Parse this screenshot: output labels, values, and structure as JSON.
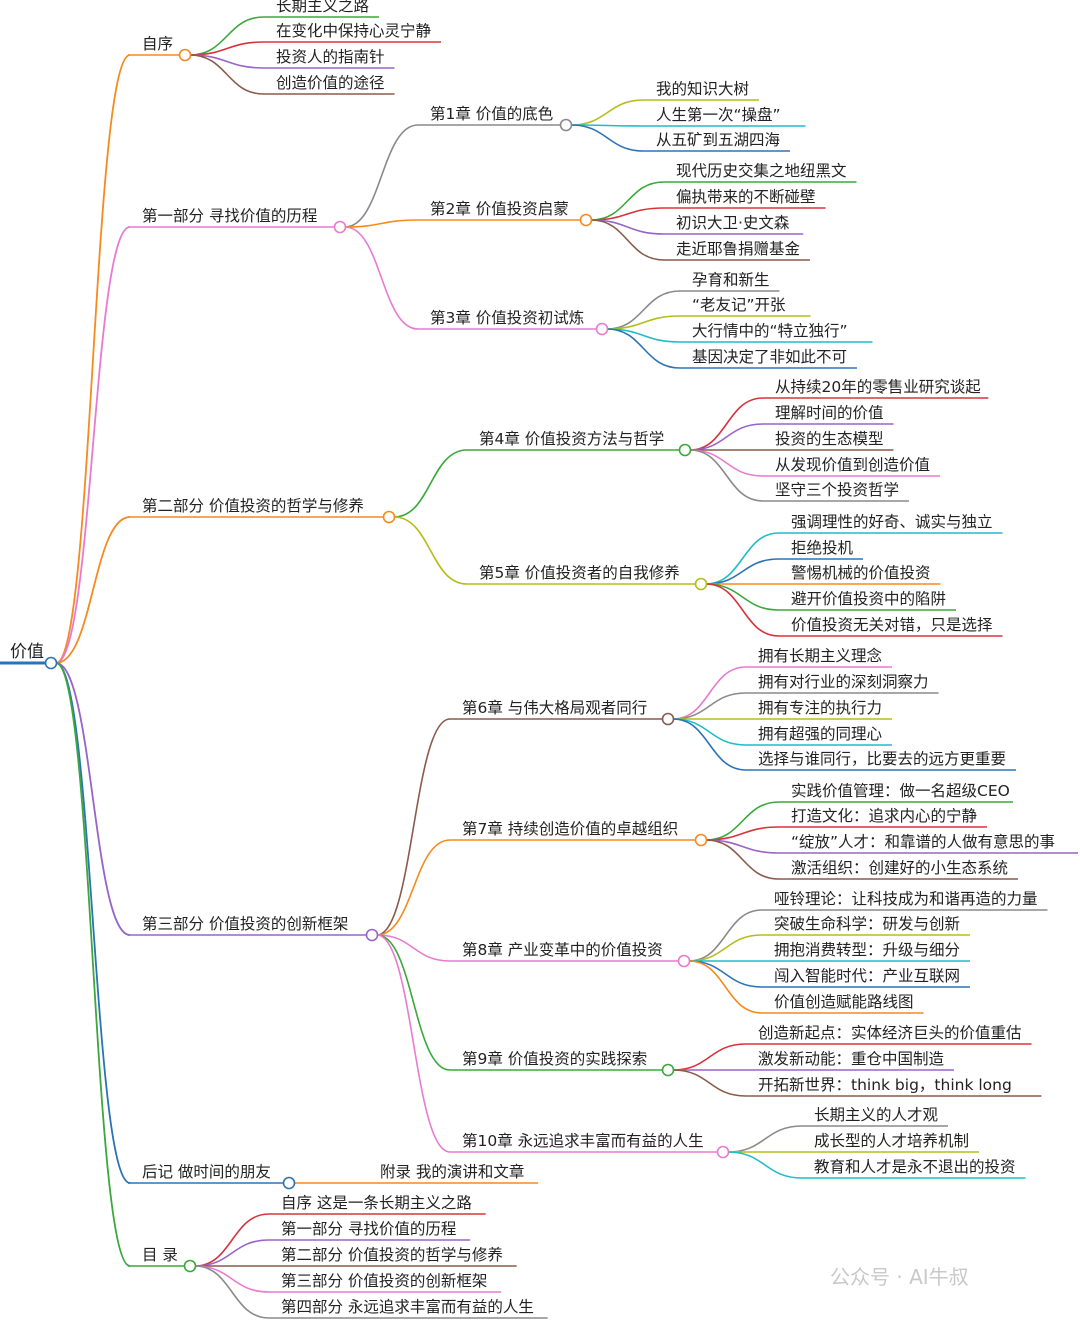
{
  "colors": {
    "orange": "#f58a1f",
    "pink": "#e87ad2",
    "purple": "#9a63c8",
    "green": "#3aa83a",
    "blue": "#2b73b8",
    "red": "#d8333a",
    "brown": "#8b5a4a",
    "gray": "#8a8a8a",
    "olive": "#b5bd18",
    "cyan": "#1fbcc9"
  },
  "watermark": "公众号 · AI牛叔",
  "root": {
    "label": "价值",
    "children": [
      {
        "label": "自序",
        "color": "orange",
        "children": [
          {
            "label": "长期主义之路",
            "color": "green"
          },
          {
            "label": "在变化中保持心灵宁静",
            "color": "red"
          },
          {
            "label": "投资人的指南针",
            "color": "purple"
          },
          {
            "label": "创造价值的途径",
            "color": "brown"
          }
        ]
      },
      {
        "label": "第一部分 寻找价值的历程",
        "color": "pink",
        "children": [
          {
            "label": "第1章 价值的底色",
            "color": "gray",
            "children": [
              {
                "label": "我的知识大树",
                "color": "olive"
              },
              {
                "label": "人生第一次“操盘”",
                "color": "cyan"
              },
              {
                "label": "从五矿到五湖四海",
                "color": "blue"
              }
            ]
          },
          {
            "label": "第2章 价值投资启蒙",
            "color": "orange",
            "children": [
              {
                "label": "现代历史交集之地纽黑文",
                "color": "green"
              },
              {
                "label": "偏执带来的不断碰壁",
                "color": "red"
              },
              {
                "label": "初识大卫·史文森",
                "color": "purple"
              },
              {
                "label": "走近耶鲁捐赠基金",
                "color": "brown"
              }
            ]
          },
          {
            "label": "第3章 价值投资初试炼",
            "color": "pink",
            "children": [
              {
                "label": "孕育和新生",
                "color": "gray"
              },
              {
                "label": "“老友记”开张",
                "color": "olive"
              },
              {
                "label": "大行情中的“特立独行”",
                "color": "cyan"
              },
              {
                "label": "基因决定了非如此不可",
                "color": "blue"
              }
            ]
          }
        ]
      },
      {
        "label": "第二部分 价值投资的哲学与修养",
        "color": "orange",
        "children": [
          {
            "label": "第4章 价值投资方法与哲学",
            "color": "green",
            "children": [
              {
                "label": "从持续20年的零售业研究谈起",
                "color": "red"
              },
              {
                "label": "理解时间的价值",
                "color": "purple"
              },
              {
                "label": "投资的生态模型",
                "color": "brown"
              },
              {
                "label": "从发现价值到创造价值",
                "color": "pink"
              },
              {
                "label": "坚守三个投资哲学",
                "color": "gray"
              }
            ]
          },
          {
            "label": "第5章 价值投资者的自我修养",
            "color": "olive",
            "children": [
              {
                "label": "强调理性的好奇、诚实与独立",
                "color": "cyan"
              },
              {
                "label": "拒绝投机",
                "color": "blue"
              },
              {
                "label": "警惕机械的价值投资",
                "color": "orange"
              },
              {
                "label": "避开价值投资中的陷阱",
                "color": "green"
              },
              {
                "label": "价值投资无关对错，只是选择",
                "color": "red"
              }
            ]
          }
        ]
      },
      {
        "label": "第三部分 价值投资的创新框架",
        "color": "purple",
        "children": [
          {
            "label": "第6章 与伟大格局观者同行",
            "color": "brown",
            "children": [
              {
                "label": "拥有长期主义理念",
                "color": "pink"
              },
              {
                "label": "拥有对行业的深刻洞察力",
                "color": "gray"
              },
              {
                "label": "拥有专注的执行力",
                "color": "olive"
              },
              {
                "label": "拥有超强的同理心",
                "color": "cyan"
              },
              {
                "label": "选择与谁同行，比要去的远方更重要",
                "color": "blue"
              }
            ]
          },
          {
            "label": "第7章 持续创造价值的卓越组织",
            "color": "orange",
            "children": [
              {
                "label": "实践价值管理：做一名超级CEO",
                "color": "green"
              },
              {
                "label": "打造文化：追求内心的宁静",
                "color": "red"
              },
              {
                "label": "“绽放”人才：和靠谱的人做有意思的事",
                "color": "purple"
              },
              {
                "label": "激活组织：创建好的小生态系统",
                "color": "brown"
              }
            ]
          },
          {
            "label": "第8章 产业变革中的价值投资",
            "color": "pink",
            "children": [
              {
                "label": "哑铃理论：让科技成为和谐再造的力量",
                "color": "gray"
              },
              {
                "label": "突破生命科学：研发与创新",
                "color": "olive"
              },
              {
                "label": "拥抱消费转型：升级与细分",
                "color": "cyan"
              },
              {
                "label": "闯入智能时代：产业互联网",
                "color": "blue"
              },
              {
                "label": "价值创造赋能路线图",
                "color": "orange"
              }
            ]
          },
          {
            "label": "第9章 价值投资的实践探索",
            "color": "green",
            "children": [
              {
                "label": "创造新起点：实体经济巨头的价值重估",
                "color": "red"
              },
              {
                "label": "激发新动能：重仓中国制造",
                "color": "purple"
              },
              {
                "label": "开拓新世界：think big，think long",
                "color": "brown"
              }
            ]
          },
          {
            "label": "第10章 永远追求丰富而有益的人生",
            "color": "pink",
            "children": [
              {
                "label": "长期主义的人才观",
                "color": "gray"
              },
              {
                "label": "成长型的人才培养机制",
                "color": "olive"
              },
              {
                "label": "教育和人才是永不退出的投资",
                "color": "cyan"
              }
            ]
          }
        ]
      },
      {
        "label": "后记 做时间的朋友",
        "color": "blue",
        "children": [
          {
            "label": "附录 我的演讲和文章",
            "color": "orange"
          }
        ]
      },
      {
        "label": "目 录",
        "color": "green",
        "children": [
          {
            "label": "自序 这是一条长期主义之路",
            "color": "red"
          },
          {
            "label": "第一部分 寻找价值的历程",
            "color": "purple"
          },
          {
            "label": "第二部分 价值投资的哲学与修养",
            "color": "brown"
          },
          {
            "label": "第三部分 价值投资的创新框架",
            "color": "pink"
          },
          {
            "label": "第四部分 永远追求丰富而有益的人生",
            "color": "gray"
          }
        ]
      }
    ]
  }
}
